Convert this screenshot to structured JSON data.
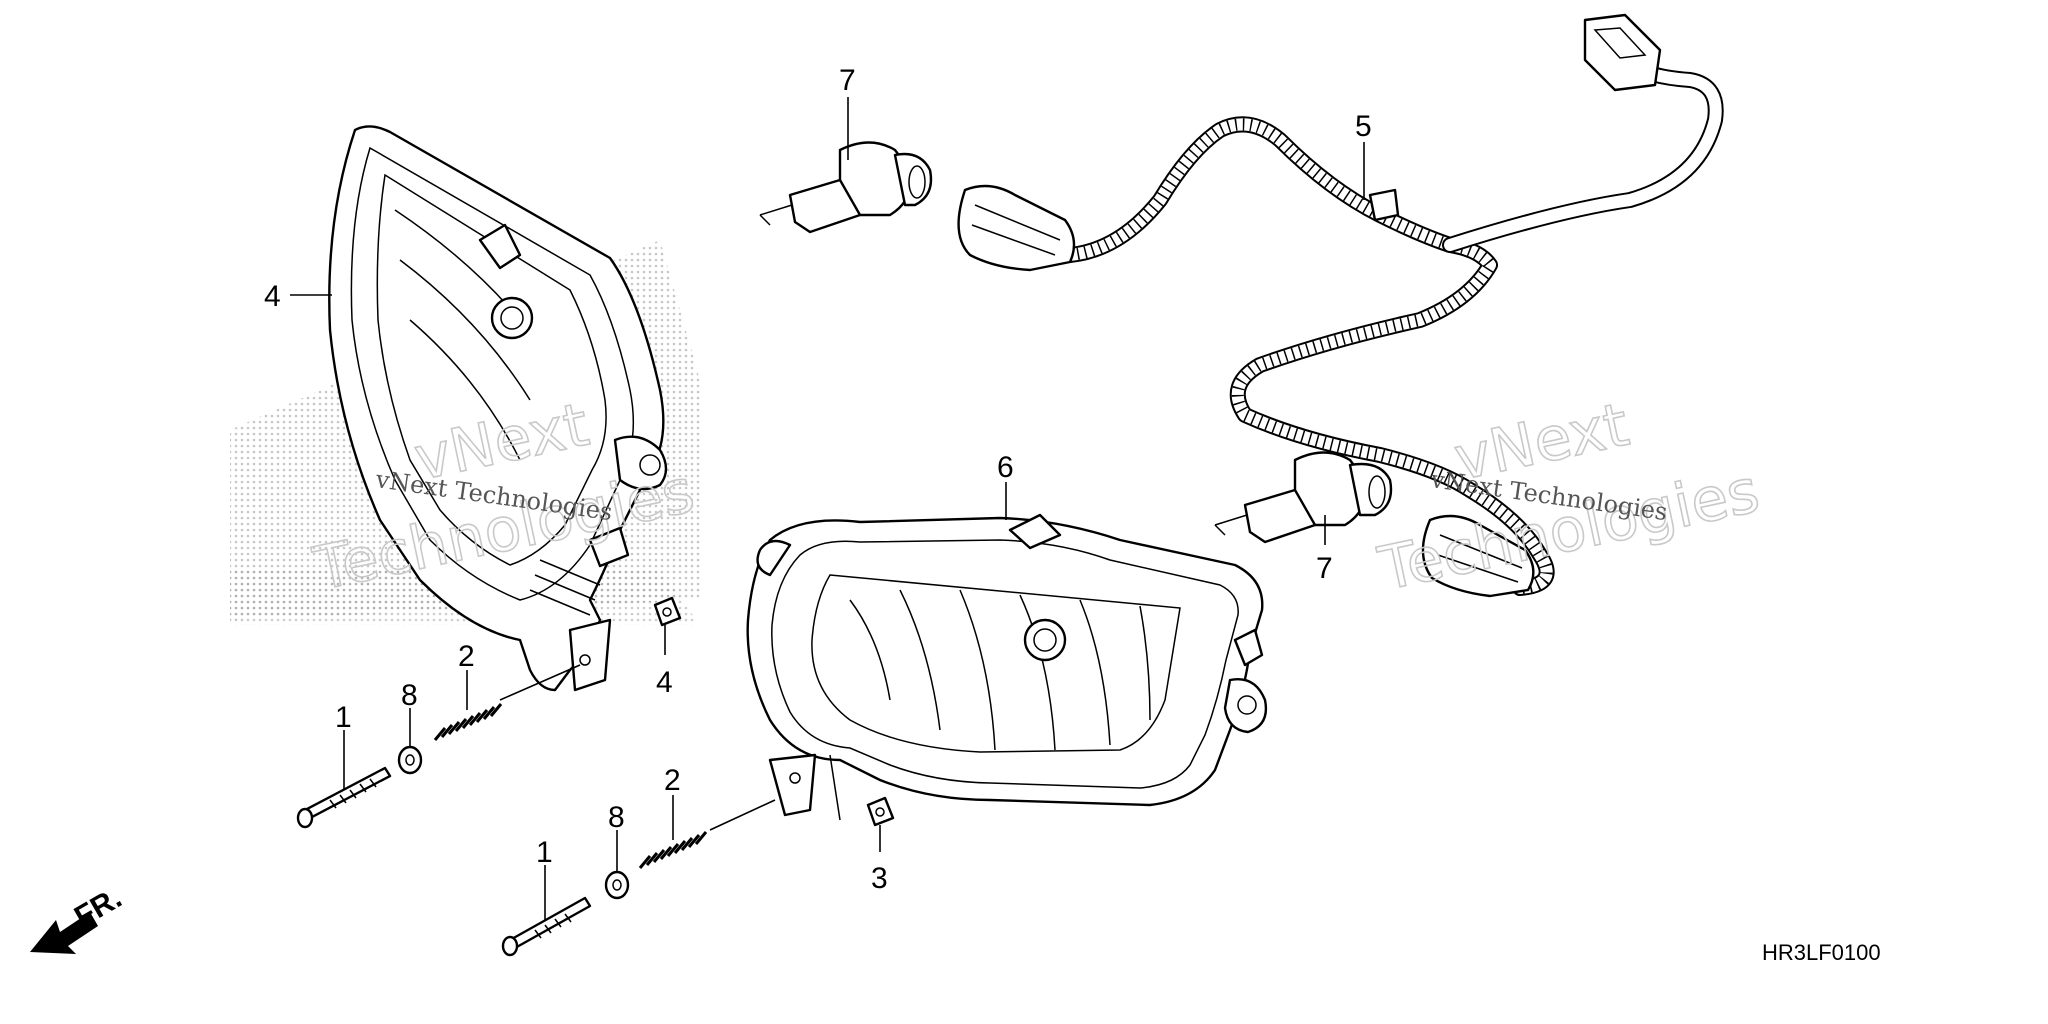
{
  "diagram": {
    "callouts": [
      {
        "id": "c1a",
        "text": "1"
      },
      {
        "id": "c1b",
        "text": "1"
      },
      {
        "id": "c2a",
        "text": "2"
      },
      {
        "id": "c2b",
        "text": "2"
      },
      {
        "id": "c3",
        "text": "3"
      },
      {
        "id": "c4a",
        "text": "4"
      },
      {
        "id": "c4b",
        "text": "4"
      },
      {
        "id": "c5",
        "text": "5"
      },
      {
        "id": "c6",
        "text": "6"
      },
      {
        "id": "c7a",
        "text": "7"
      },
      {
        "id": "c7b",
        "text": "7"
      },
      {
        "id": "c8a",
        "text": "8"
      },
      {
        "id": "c8b",
        "text": "8"
      }
    ],
    "front_arrow_label": "FR.",
    "diagram_code": "HR3LF0100",
    "watermarks": {
      "brand_outline_1": "vNext",
      "brand_outline_2": "Technologies",
      "brand_small": "vNext Technologies"
    }
  },
  "colors": {
    "line": "#000000",
    "watermark": "#c9c9c9",
    "background": "#ffffff"
  }
}
